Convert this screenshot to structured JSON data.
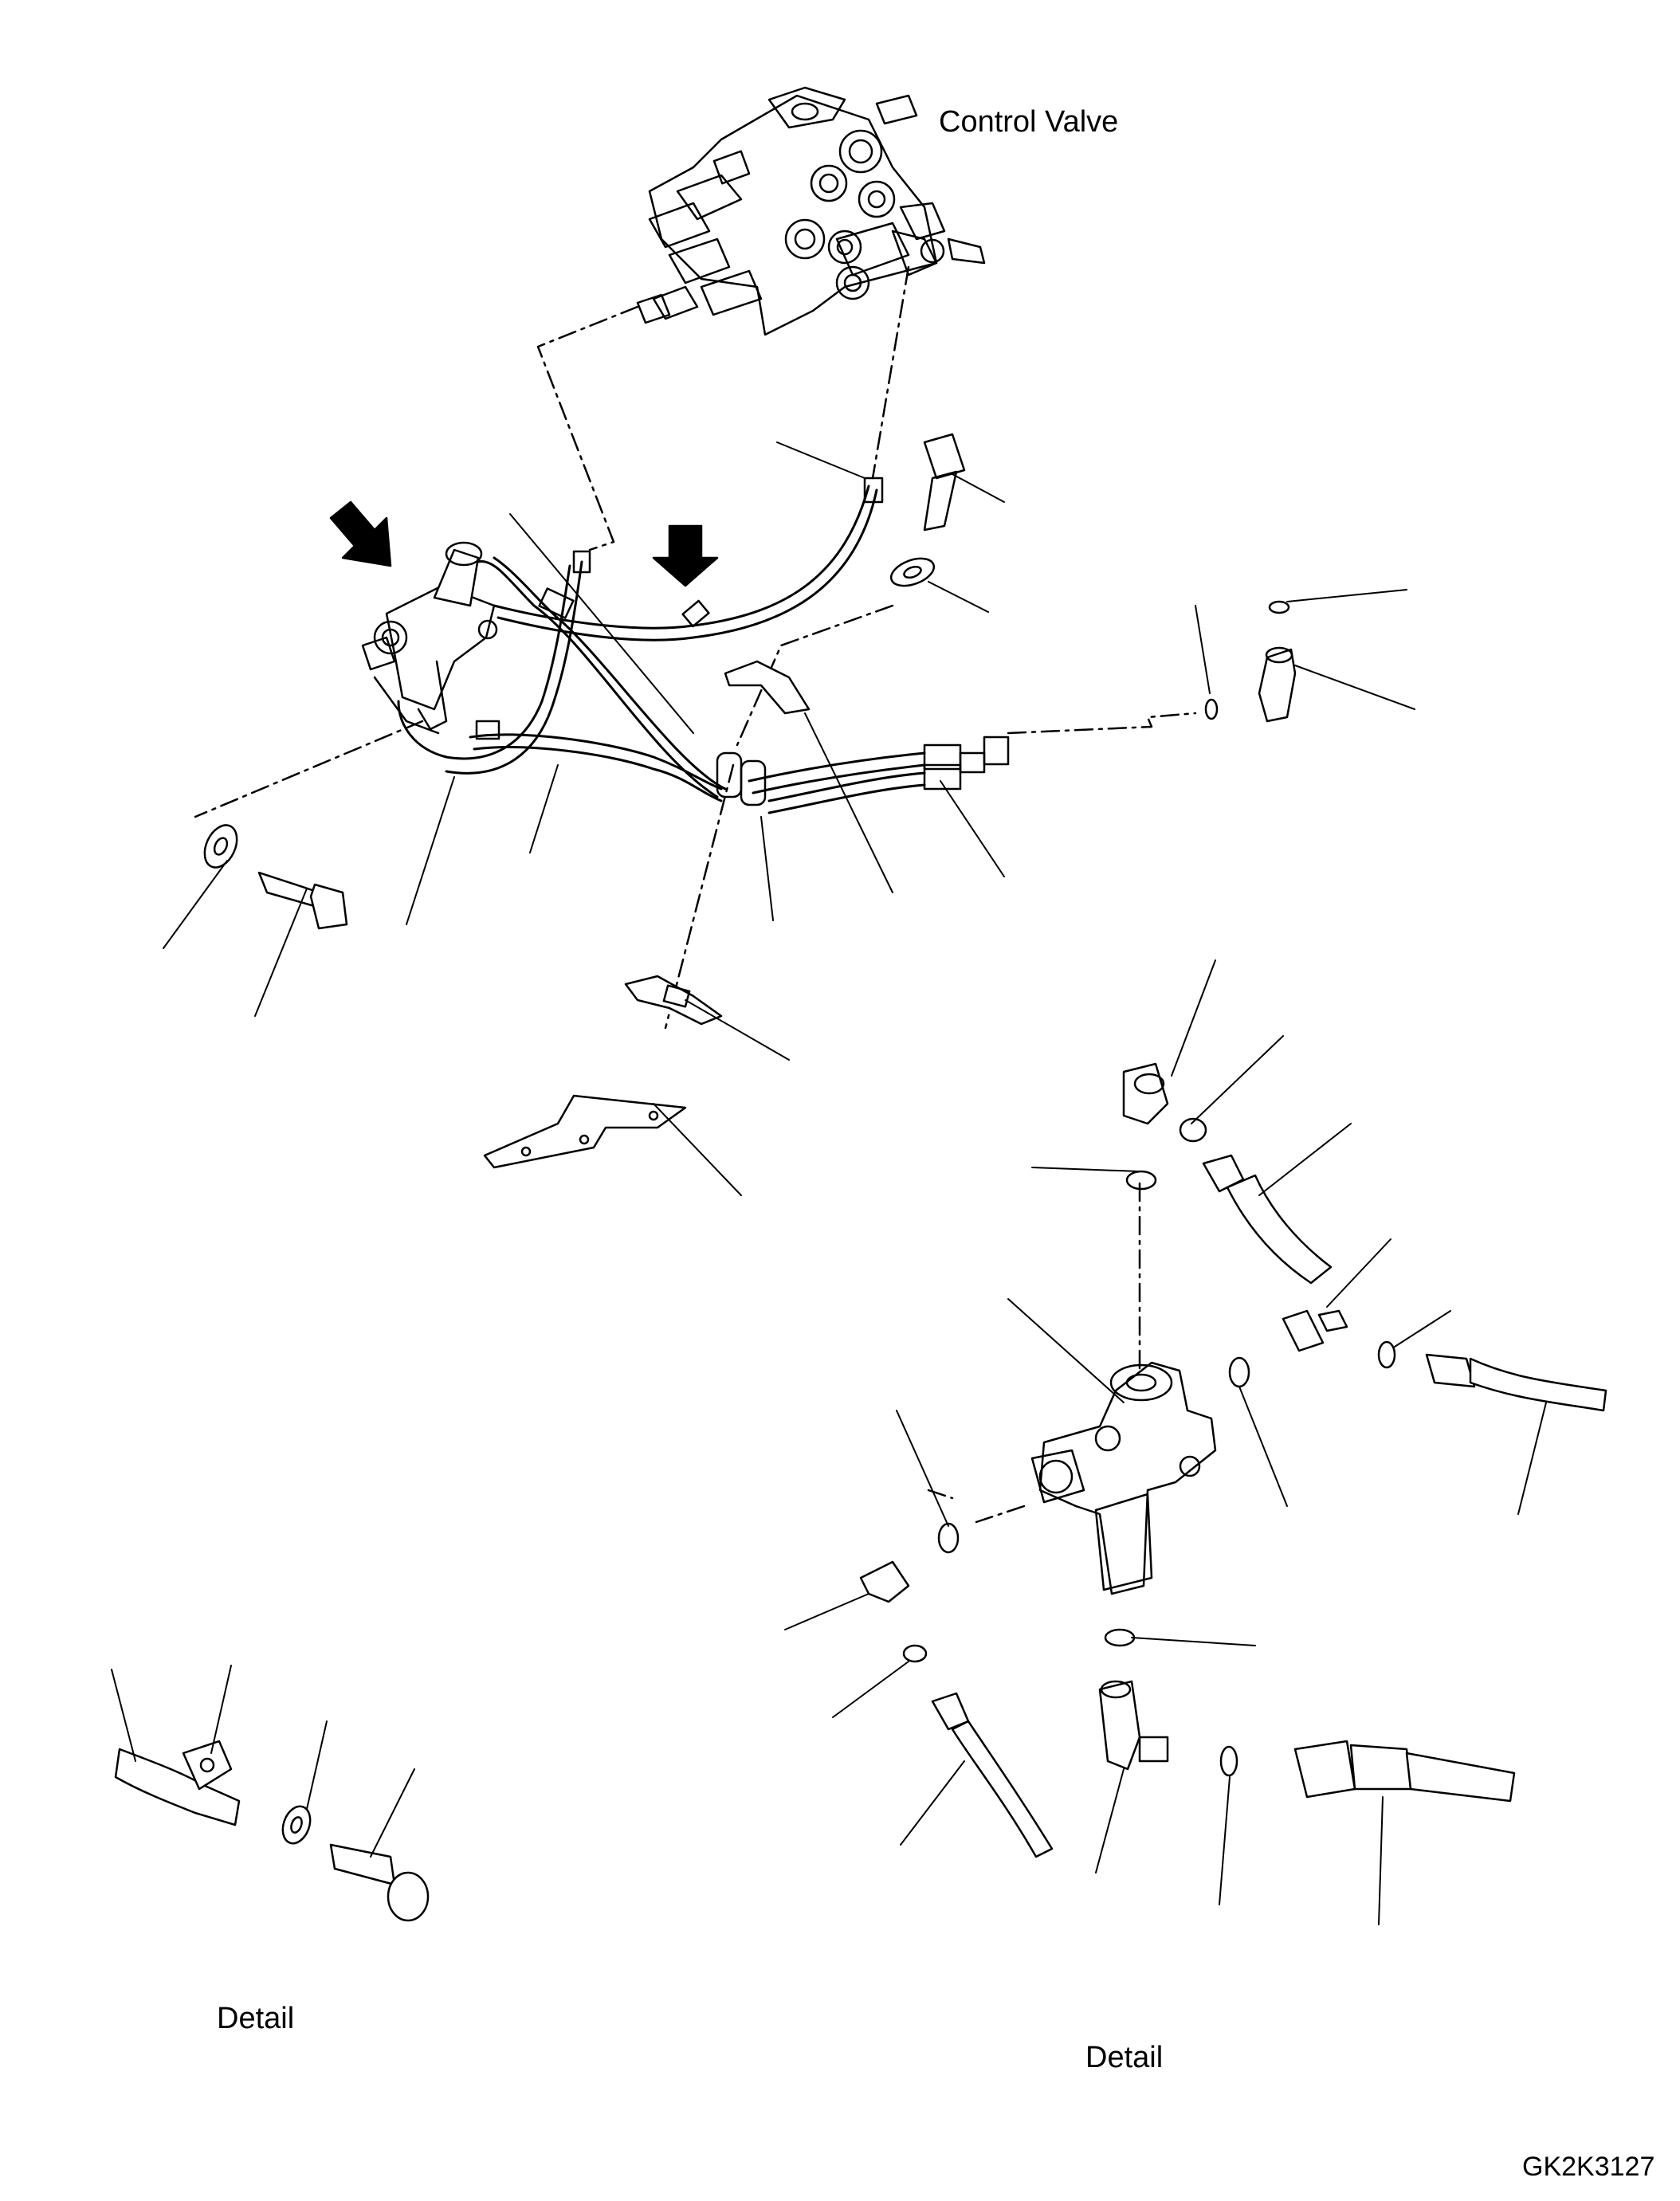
{
  "labels": {
    "control_valve": "Control Valve",
    "detail_left": "Detail",
    "detail_right": "Detail",
    "figure_code": "GK2K3127"
  },
  "colors": {
    "ink": "#000000",
    "paper": "#ffffff"
  }
}
